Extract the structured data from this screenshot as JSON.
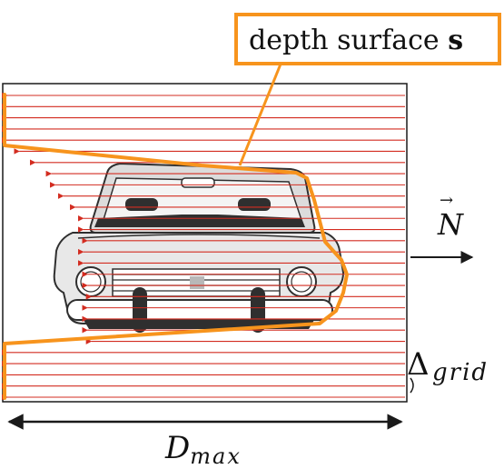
{
  "labels": {
    "depth_surface_text": "depth surface ",
    "depth_surface_symbol": "s",
    "normal_symbol": "N",
    "normal_arrow": "→",
    "grid_delta": "Δ",
    "grid_subscript": "grid",
    "dmax_main": "D",
    "dmax_subscript": "max"
  },
  "ray_lengths_relative": [
    1.0,
    1.0,
    1.0,
    1.0,
    1.0,
    0.97,
    0.93,
    0.89,
    0.88,
    0.86,
    0.83,
    0.81,
    0.81,
    0.8,
    0.81,
    0.81,
    0.8,
    0.8,
    0.79,
    0.8,
    0.8,
    0.8,
    0.79,
    1.0,
    1.0,
    1.0,
    1.0,
    1.0
  ],
  "colors": {
    "ray": "#d32c20",
    "surface": "#f7941d",
    "frame": "#1a1a1a",
    "car_body": "#e8e8e8",
    "car_dark": "#2f2f2f"
  }
}
